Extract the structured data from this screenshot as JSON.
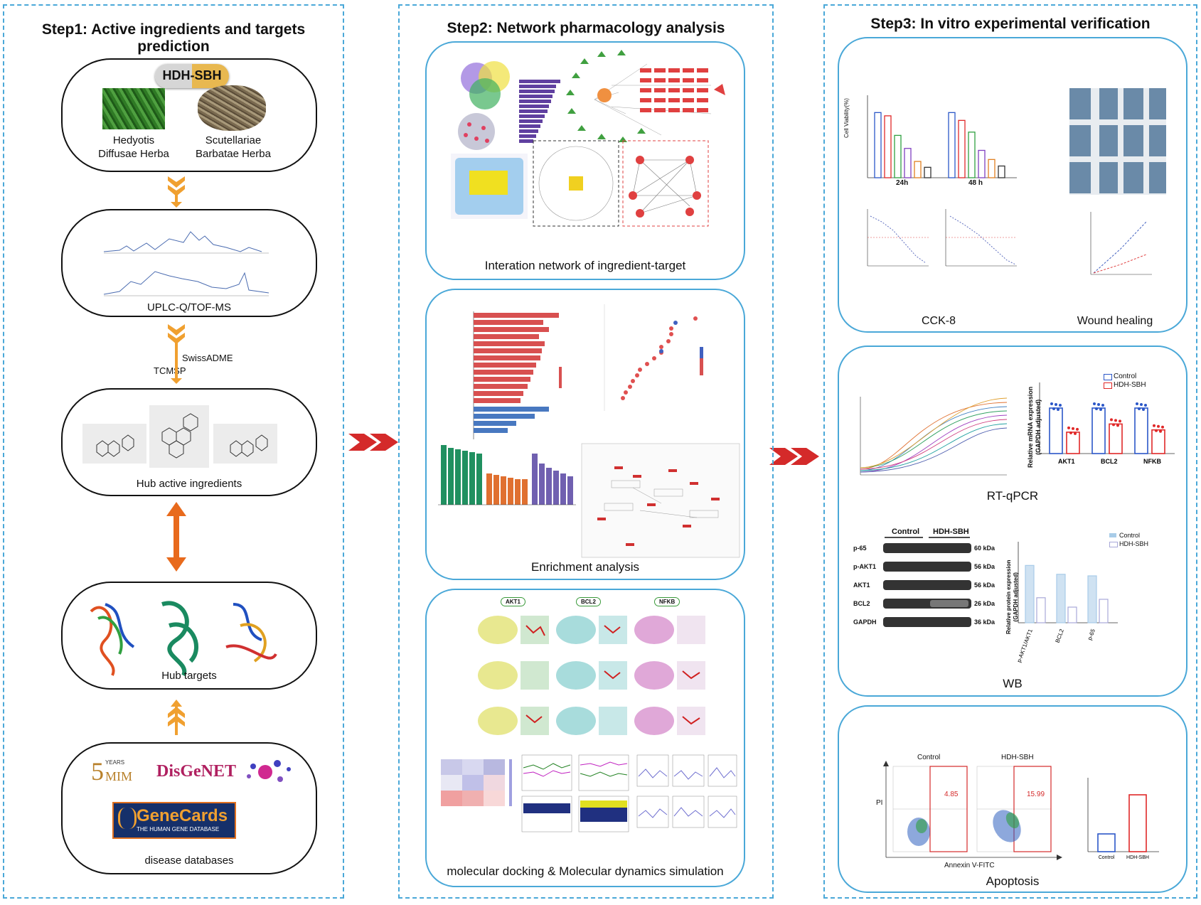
{
  "step1": {
    "title": "Step1: Active ingredients and targets prediction",
    "capsule_label": "HDH-SBH",
    "herb1": "Hedyotis\nDiffusae Herba",
    "herb2": "Scutellariae\nBarbatae Herba",
    "ms_caption": "UPLC-Q/TOF-MS",
    "tcmsp": "TCMSP",
    "swissadme": "SwissADME",
    "ingredients_caption": "Hub active ingredients",
    "targets_caption": "Hub targets",
    "databases_caption": "disease databases",
    "omim_years": "YEARS",
    "omim_label": "MIM",
    "disgenet": "DisGeNET",
    "genecards": "GeneCards",
    "genecards_sub": "THE HUMAN GENE DATABASE"
  },
  "step2": {
    "title": "Step2: Network pharmacology analysis",
    "network_caption": "Interation network of ingredient-target",
    "enrichment_caption": "Enrichment analysis",
    "docking_caption": "molecular docking & Molecular dynamics simulation",
    "docking_targets": [
      "AKT1",
      "BCL2",
      "NFKB"
    ]
  },
  "step3": {
    "title": "Step3: In vitro experimental verification",
    "cck8_caption": "CCK-8",
    "wound_caption": "Wound healing",
    "cck8_ylabel": "Cell Viability(%)",
    "cck8_groups": [
      "24h",
      "48 h"
    ],
    "rtqpcr_caption": "RT-qPCR",
    "rtqpcr_ylabel": "Relative mRNA expression\n(GAPDH adjusted)",
    "rtqpcr_legend": [
      "Control",
      "HDH-SBH"
    ],
    "rtqpcr_genes": [
      "AKT1",
      "BCL2",
      "NFKB"
    ],
    "wb_caption": "WB",
    "wb_groups": [
      "Control",
      "HDH-SBH"
    ],
    "wb_bands": [
      "p-65",
      "p-AKT1",
      "AKT1",
      "BCL2",
      "GAPDH"
    ],
    "wb_kda": [
      "60 kDa",
      "56 kDa",
      "56 kDa",
      "26 kDa",
      "36 kDa"
    ],
    "wb_ylabel": "Relative protein expression\n(GAPDH adjusted)",
    "wb_legend": [
      "Control",
      "HDH-SBH"
    ],
    "wb_xcats": [
      "p-AKT1/AKT1",
      "BCL2",
      "p-65"
    ],
    "apoptosis_caption": "Apoptosis",
    "flow_titles": [
      "Control",
      "HDH-SBH"
    ],
    "flow_values": [
      "4.85",
      "15.99"
    ],
    "flow_xlabel": "Annexin V-FITC",
    "flow_ylabel": "PI",
    "apo_xcats": [
      "Control",
      "HDH-SBH"
    ]
  },
  "colors": {
    "panel_border": "#4aa8d8",
    "arrow_red": "#d42a2a",
    "arrow_orange": "#f0a030",
    "control_blue": "#2b57c8",
    "treat_red": "#e02828"
  },
  "chart_data": [
    {
      "type": "bar",
      "categories": [
        "AKT1",
        "BCL2",
        "NFKB"
      ],
      "series": [
        {
          "name": "Control",
          "values": [
            1.0,
            1.0,
            1.0
          ]
        },
        {
          "name": "HDH-SBH",
          "values": [
            0.47,
            0.65,
            0.52
          ]
        }
      ],
      "ylabel": "Relative mRNA expression\n(GAPDH adjusted)",
      "ylim": [
        0,
        1.5
      ]
    },
    {
      "type": "bar",
      "categories": [
        "p-AKT1/AKT1",
        "BCL2",
        "p-65"
      ],
      "series": [
        {
          "name": "Control",
          "values": [
            1.1,
            0.93,
            0.9
          ]
        },
        {
          "name": "HDH-SBH",
          "values": [
            0.48,
            0.3,
            0.45
          ]
        }
      ],
      "ylabel": "Relative protein expression\n(GAPDH adjusted)",
      "ylim": [
        0,
        1.5
      ]
    },
    {
      "type": "bar",
      "categories": [
        "24h",
        "48 h"
      ],
      "series": [
        {
          "values": [
            100,
            95,
            65,
            45,
            25,
            16
          ]
        },
        {
          "values": [
            100,
            88,
            70,
            42,
            28,
            18
          ]
        }
      ],
      "ylabel": "Cell Viability(%)",
      "ylim": [
        0,
        120
      ]
    },
    {
      "type": "bar",
      "categories": [
        "Control",
        "HDH-SBH"
      ],
      "values": [
        5,
        16
      ]
    }
  ]
}
